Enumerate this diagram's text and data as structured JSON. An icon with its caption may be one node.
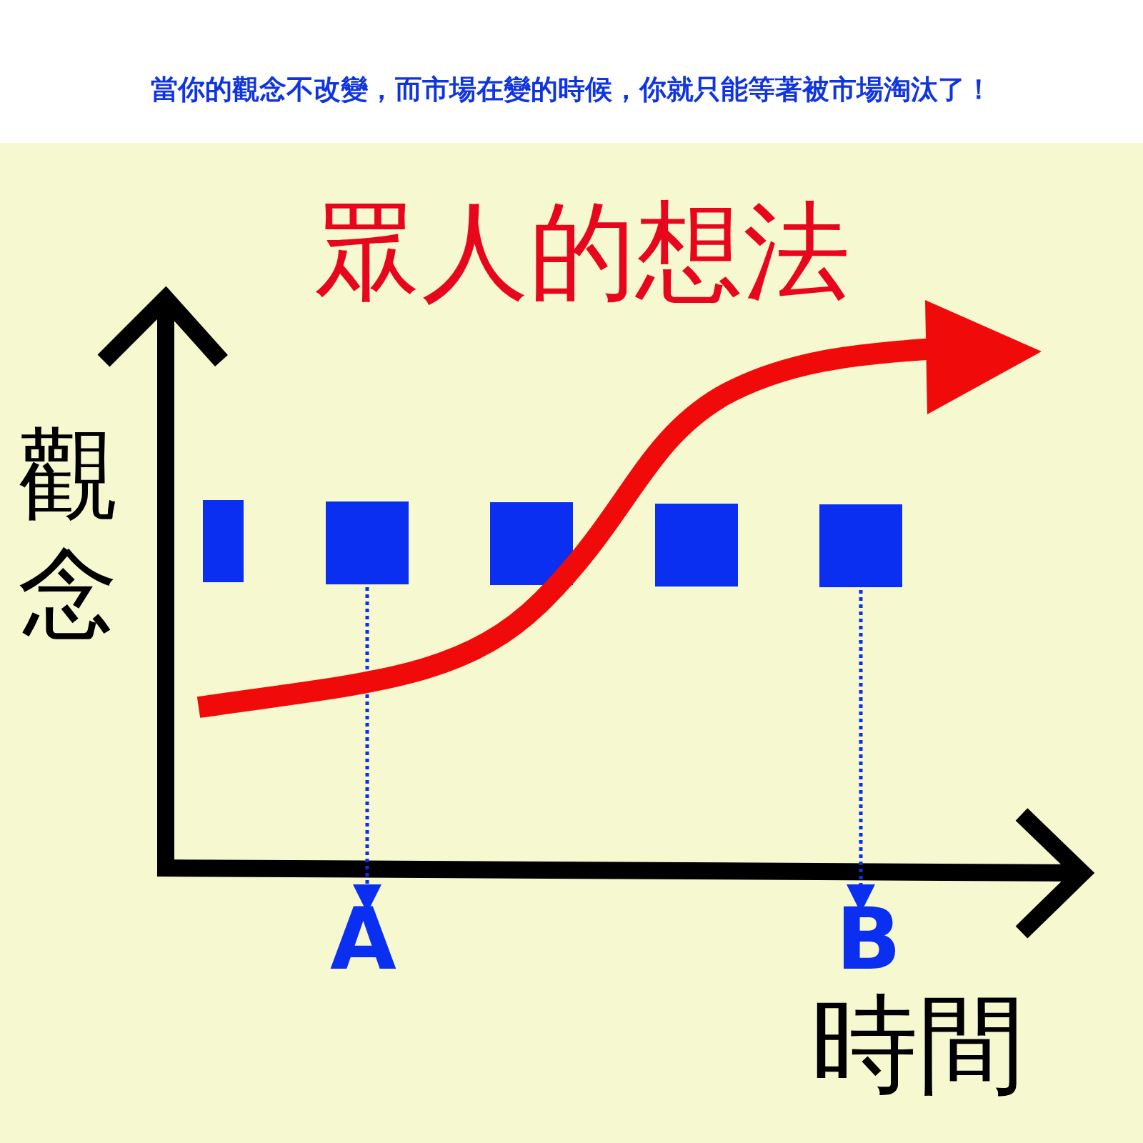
{
  "diagram": {
    "title": "當你的觀念不改變，而市場在變的時候，你就只能等著被市場淘汰了！",
    "nodes": [
      {
        "text": [],
        "shape": "box"
      },
      {
        "text": [],
        "shape": "box"
      },
      {
        "text": [],
        "shape": "box"
      },
      {
        "text": [],
        "shape": "box"
      },
      {
        "text": [],
        "shape": "box"
      },
      {
        "text": [
          "A"
        ]
      },
      {
        "text": [
          "B"
        ]
      }
    ],
    "edges": [
      {
        "from": 1,
        "to": 5,
        "arrow": "to",
        "style": "dashed"
      },
      {
        "from": 4,
        "to": 6,
        "arrow": "to",
        "style": "dashed"
      }
    ],
    "labels": [
      "眾人的想法",
      "觀念",
      "時間"
    ]
  }
}
